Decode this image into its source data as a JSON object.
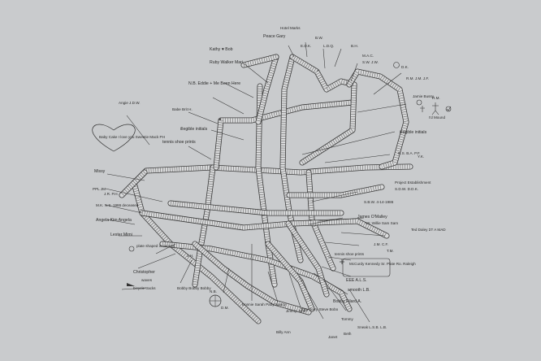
{
  "labels": {
    "hotel": "Hotel Marks",
    "peace": "Peace Gary",
    "bw": "B.W.",
    "edk": "E.D.K.",
    "ldq": "L.D.Q.",
    "bh": "B.H.",
    "mac": "M.A.C.",
    "sw_jw": "S.W. J.W.",
    "dk": "D.K.",
    "rm_jm_jf": "R.M. J.M. J.F.",
    "kathy": "Kathy ♥ Bob",
    "ruby": "Ruby Walker Mari",
    "nb": "N.B. Eddie + Me Been Here",
    "jamie": "Jamie Bussy",
    "rm2": "R.M.",
    "id": "I'd Mound",
    "babe": "Babe Brit H.",
    "angie": "Angie J.D.W.",
    "illegible1": "illegible initials",
    "tennis": "tennis shoe prints",
    "illegible2": "illegible initials",
    "heart": "Baby Cake I love you Sweetie Mack PH",
    "rs": "R.S. B.A. P.F.",
    "yk": "Y.K.",
    "missy": "Missy",
    "project": "Project Establishment",
    "ddk": "S.D.W. D.D.K.",
    "ppl": "PPL JM",
    "jrr": "J.R. P.H.",
    "sbw": "S.B.W. 4-14-1986",
    "mk": "M.K. N.S. 1986 deceased",
    "jamesomalley": "James O'Malley",
    "angela": "Angela Kim Angela",
    "mrwillie": "Mr. Willie Sam Sam",
    "ted": "Ted Daley ΣT A MAD",
    "lester": "Lester Mimi",
    "plate": "plate shaped in cement",
    "jh": "J.H.",
    "jmcf": "J.M. C.F.",
    "tm": "T.M.",
    "tennis2": "tennis shoe prints",
    "mccurdy": "McCurdy Kennedy Sr. Plate Ro. Raleigh",
    "christopher": "Christopher",
    "waves": "waves",
    "bicycle": "bicycle tracks",
    "bobby": "Bobby Bobby Bobby",
    "eee": "EEE A.L.S.",
    "smooth": "smooth L.B.",
    "nb2": "N.B.",
    "dm": "D.M.",
    "bonnie": "Bonnie Sarah Patty Nancy",
    "bobbyfilard": "Bobby Filard A.",
    "jimmy": "Jimmy Jane",
    "tony": "Tony Jerry Steve Bobo",
    "tommy": "Tommy",
    "beth": "Beth",
    "sneak": "Sneak L.S.B. L.B.",
    "billy": "Billy Ann",
    "janet": "Janet"
  }
}
